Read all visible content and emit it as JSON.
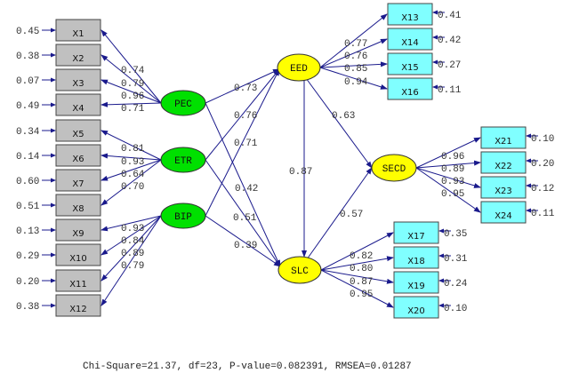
{
  "colors": {
    "exogenous_fill": "#00e000",
    "endogenous_fill": "#ffff00",
    "indicator_left_fill": "#c0c0c0",
    "indicator_right_fill": "#80ffff",
    "arrow": "#1a1a8c",
    "text": "#333333"
  },
  "latents": [
    {
      "id": "PEC",
      "label": "PEC",
      "type": "exogenous"
    },
    {
      "id": "ETR",
      "label": "ETR",
      "type": "exogenous"
    },
    {
      "id": "BIP",
      "label": "BIP",
      "type": "exogenous"
    },
    {
      "id": "EED",
      "label": "EED",
      "type": "endogenous"
    },
    {
      "id": "SLC",
      "label": "SLC",
      "type": "endogenous"
    },
    {
      "id": "SECD",
      "label": "SECD",
      "type": "endogenous"
    }
  ],
  "indicators": [
    {
      "id": "X1",
      "latent": "PEC",
      "loading": "0.74",
      "error": "0.45"
    },
    {
      "id": "X2",
      "latent": "PEC",
      "loading": "0.79",
      "error": "0.38"
    },
    {
      "id": "X3",
      "latent": "PEC",
      "loading": "0.96",
      "error": "0.07"
    },
    {
      "id": "X4",
      "latent": "PEC",
      "loading": "0.71",
      "error": "0.49"
    },
    {
      "id": "X5",
      "latent": "ETR",
      "loading": "0.81",
      "error": "0.34"
    },
    {
      "id": "X6",
      "latent": "ETR",
      "loading": "0.93",
      "error": "0.14"
    },
    {
      "id": "X7",
      "latent": "ETR",
      "loading": "0.64",
      "error": "0.60"
    },
    {
      "id": "X8",
      "latent": "ETR",
      "loading": "0.70",
      "error": "0.51"
    },
    {
      "id": "X9",
      "latent": "BIP",
      "loading": "0.93",
      "error": "0.13"
    },
    {
      "id": "X10",
      "latent": "BIP",
      "loading": "0.84",
      "error": "0.29"
    },
    {
      "id": "X11",
      "latent": "BIP",
      "loading": "0.89",
      "error": "0.20"
    },
    {
      "id": "X12",
      "latent": "BIP",
      "loading": "0.79",
      "error": "0.38"
    },
    {
      "id": "X13",
      "latent": "EED",
      "loading": "0.77",
      "error": "0.41"
    },
    {
      "id": "X14",
      "latent": "EED",
      "loading": "0.76",
      "error": "0.42"
    },
    {
      "id": "X15",
      "latent": "EED",
      "loading": "0.85",
      "error": "0.27"
    },
    {
      "id": "X16",
      "latent": "EED",
      "loading": "0.94",
      "error": "0.11"
    },
    {
      "id": "X17",
      "latent": "SLC",
      "loading": "0.82",
      "error": "0.35"
    },
    {
      "id": "X18",
      "latent": "SLC",
      "loading": "0.80",
      "error": "0.31"
    },
    {
      "id": "X19",
      "latent": "SLC",
      "loading": "0.87",
      "error": "0.24"
    },
    {
      "id": "X20",
      "latent": "SLC",
      "loading": "0.95",
      "error": "0.10"
    },
    {
      "id": "X21",
      "latent": "SECD",
      "loading": "0.96",
      "error": "0.10"
    },
    {
      "id": "X22",
      "latent": "SECD",
      "loading": "0.89",
      "error": "0.20"
    },
    {
      "id": "X23",
      "latent": "SECD",
      "loading": "0.93",
      "error": "0.12"
    },
    {
      "id": "X24",
      "latent": "SECD",
      "loading": "0.95",
      "error": "0.11"
    }
  ],
  "paths": [
    {
      "from": "PEC",
      "to": "EED",
      "coef": "0.73"
    },
    {
      "from": "ETR",
      "to": "EED",
      "coef": "0.76"
    },
    {
      "from": "BIP",
      "to": "EED",
      "coef": "0.71"
    },
    {
      "from": "PEC",
      "to": "SLC",
      "coef": "0.42"
    },
    {
      "from": "ETR",
      "to": "SLC",
      "coef": "0.51"
    },
    {
      "from": "BIP",
      "to": "SLC",
      "coef": "0.39"
    },
    {
      "from": "EED",
      "to": "SLC",
      "coef": "0.87"
    },
    {
      "from": "EED",
      "to": "SECD",
      "coef": "0.63"
    },
    {
      "from": "SLC",
      "to": "SECD",
      "coef": "0.57"
    }
  ],
  "fit_statistics": "Chi-Square=21.37, df=23, P-value=0.082391, RMSEA=0.01287"
}
